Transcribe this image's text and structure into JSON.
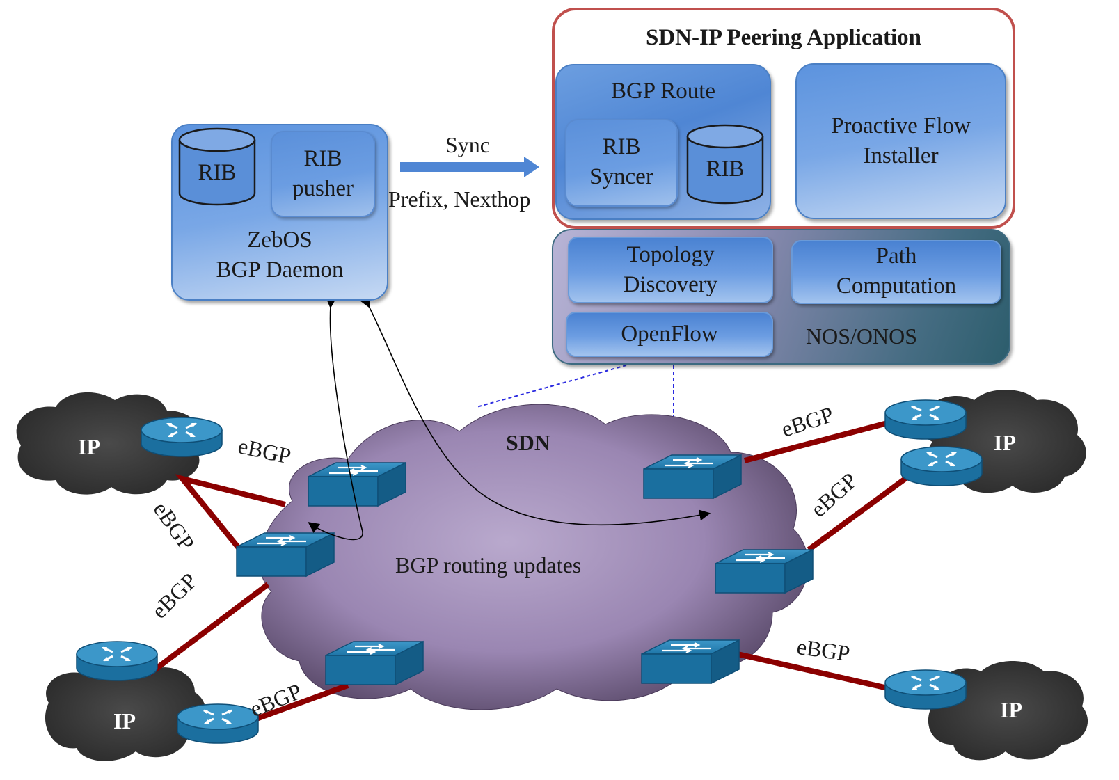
{
  "app": {
    "title": "SDN-IP Peering Application",
    "bgp_route": "BGP Route",
    "rib_syncer": "RIB\nSyncer",
    "rib": "RIB",
    "proactive": "Proactive Flow\nInstaller"
  },
  "zebos": {
    "rib": "RIB",
    "rib_pusher": "RIB\npusher",
    "name": "ZebOS\nBGP Daemon"
  },
  "sync": {
    "label": "Sync",
    "sublabel": "Prefix, Nexthop"
  },
  "nos": {
    "topology": "Topology\nDiscovery",
    "path": "Path\nComputation",
    "openflow": "OpenFlow",
    "label": "NOS/ONOS"
  },
  "network": {
    "sdn_label": "SDN",
    "updates_label": "BGP routing updates",
    "ip_label": "IP",
    "ebgp": "eBGP"
  },
  "colors": {
    "app_border": "#c0504d",
    "box_blue": "#4f86d4",
    "link": "#8b0000",
    "cloud_sdn": "#9e8bb5",
    "cloud_ip": "#3a3a3a",
    "device": "#1e7bb0"
  }
}
